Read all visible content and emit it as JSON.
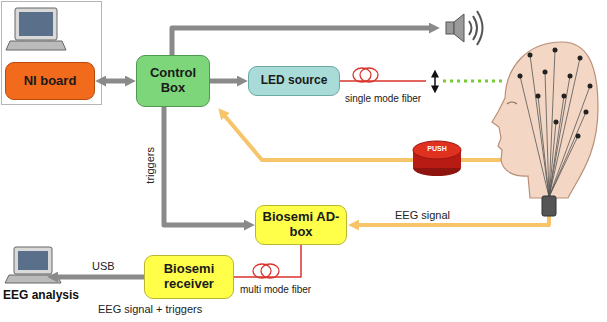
{
  "diagram": {
    "nodes": [
      {
        "text": [
          "NI board"
        ]
      },
      {
        "text": [
          "Control Box"
        ]
      },
      {
        "text": [
          "LED source"
        ]
      },
      {
        "text": [
          "Biosemi AD-box"
        ]
      },
      {
        "text": [
          "Biosemi receiver"
        ]
      }
    ],
    "edges": [
      {
        "from": 0,
        "to": 1,
        "arrow": "both"
      },
      {
        "from": 1,
        "to": 2,
        "arrow": "to"
      },
      {
        "from": 1,
        "to": 3,
        "label": "triggers",
        "arrow": "to"
      },
      {
        "from": 3,
        "to": 4,
        "label": "multi mode fiber",
        "arrow": "none"
      }
    ],
    "labels": [
      "single mode fiber",
      "PUSH",
      "EEG signal",
      "USB",
      "EEG analysis",
      "EEG signal + triggers"
    ]
  }
}
